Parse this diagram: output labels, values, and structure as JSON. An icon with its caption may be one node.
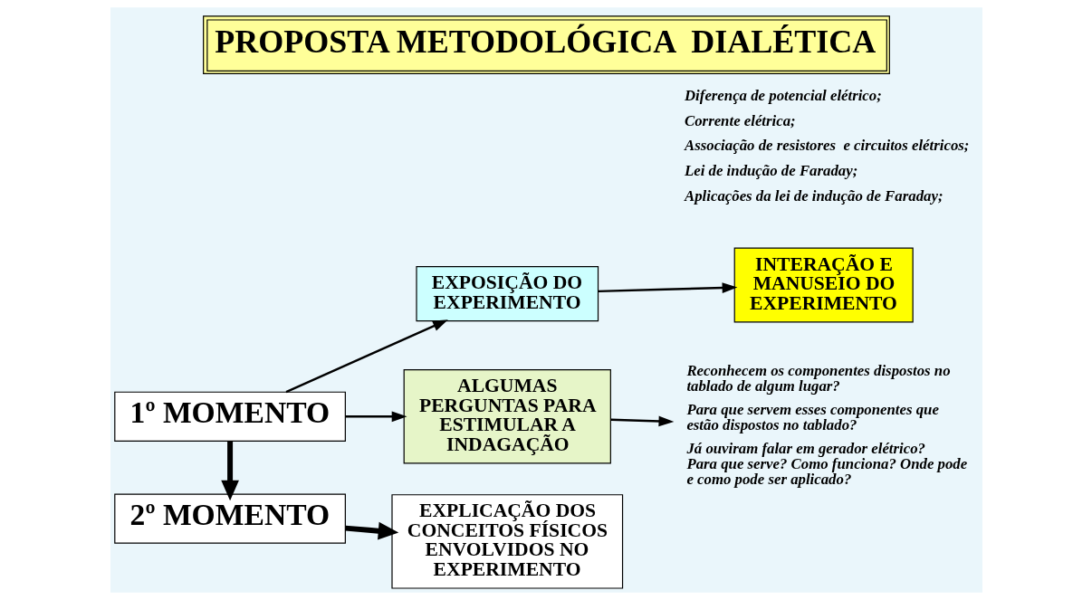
{
  "diagram": {
    "title": "PROPOSTA METODOLÓGICA  DIALÉTICA",
    "nodes": [
      {
        "text": [
          "1º MOMENTO"
        ]
      },
      {
        "text": [
          "EXPOSIÇÃO DO EXPERIMENTO"
        ]
      },
      {
        "text": [
          "INTERAÇÃO E MANUSEIO DO EXPERIMENTO"
        ]
      },
      {
        "text": [
          "ALGUMAS PERGUNTAS PARA ESTIMULAR A INDAGAÇÃO"
        ]
      },
      {
        "text": [
          "Reconhecem os componentes dispostos no tablado de algum lugar?",
          "Para que servem esses componentes que estão dispostos no tablado?",
          "Já ouviram falar em gerador elétrico? Para que serve? Como funciona? Onde pode e como pode ser aplicado?"
        ]
      },
      {
        "text": [
          "2º MOMENTO"
        ]
      },
      {
        "text": [
          "EXPLICAÇÃO DOS CONCEITOS FÍSICOS ENVOLVIDOS NO EXPERIMENTO"
        ]
      }
    ],
    "edges": [
      {
        "from": 0,
        "to": 1,
        "arrow": "to"
      },
      {
        "from": 0,
        "to": 3,
        "arrow": "to"
      },
      {
        "from": 1,
        "to": 2,
        "arrow": "to"
      },
      {
        "from": 3,
        "to": 4,
        "arrow": "to"
      },
      {
        "from": 0,
        "to": 5,
        "arrow": "to",
        "style": "thick"
      },
      {
        "from": 5,
        "to": 6,
        "arrow": "to",
        "style": "thick"
      }
    ],
    "labels": [
      "Diferença de potencial elétrico;",
      "Corrente elétrica;",
      "Associação de resistores  e circuitos elétricos;",
      "Lei de indução de Faraday;",
      "Aplicações da lei de indução de Faraday;"
    ]
  }
}
